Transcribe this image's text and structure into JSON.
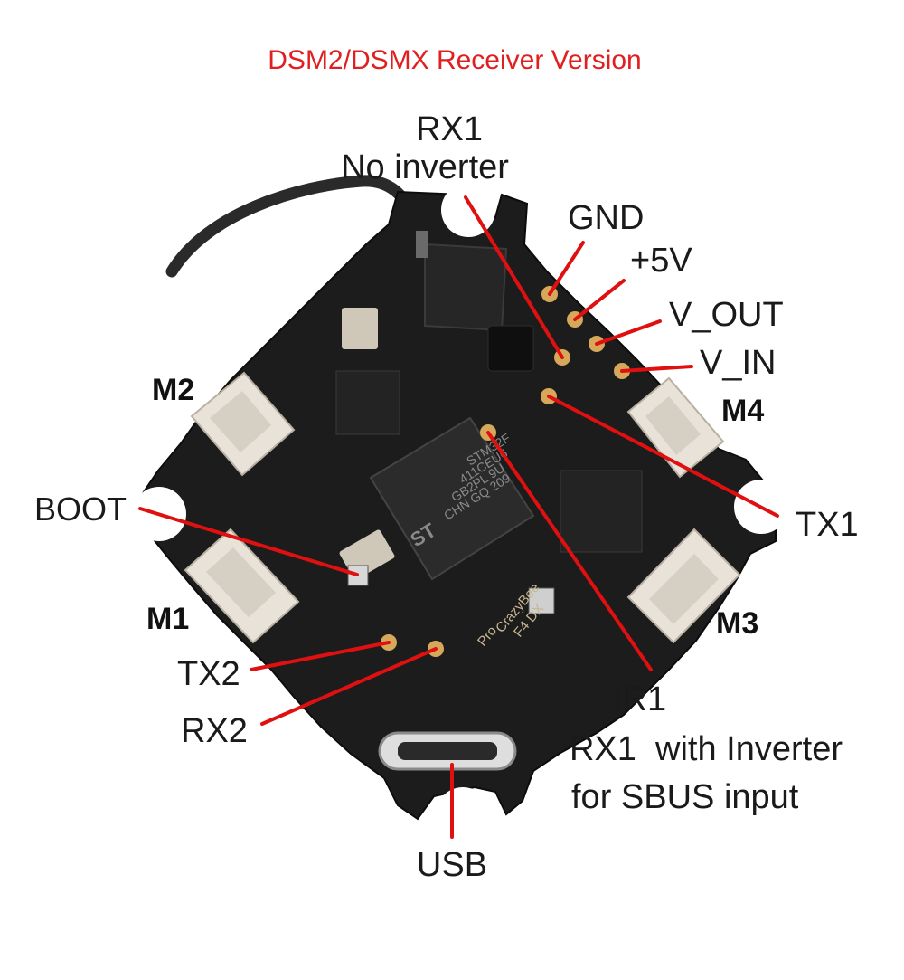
{
  "title": "DSM2/DSMX Receiver Version",
  "title_color": "#e02020",
  "leader_color": "#e01010",
  "labels": {
    "rx1_line1": "RX1",
    "rx1_line2": "No inverter",
    "gnd": "GND",
    "plus5v": "+5V",
    "v_out": "V_OUT",
    "v_in": "V_IN",
    "m4": "M4",
    "m2": "M2",
    "boot": "BOOT",
    "tx1": "TX1",
    "m1": "M1",
    "m3": "M3",
    "tx2": "TX2",
    "rx2": "RX2",
    "ir1_line1": "IR1",
    "ir1_line2": "RX1  with Inverter",
    "ir1_line3": "for SBUS input",
    "usb": "USB"
  },
  "board": {
    "mcu_lines": [
      "STM32F",
      "411CEU6",
      "GB2PL 9U",
      "CHN GQ 209",
      "ST"
    ],
    "silkscreen": [
      "CrazyBee",
      "F4 DX",
      "Pro"
    ]
  }
}
